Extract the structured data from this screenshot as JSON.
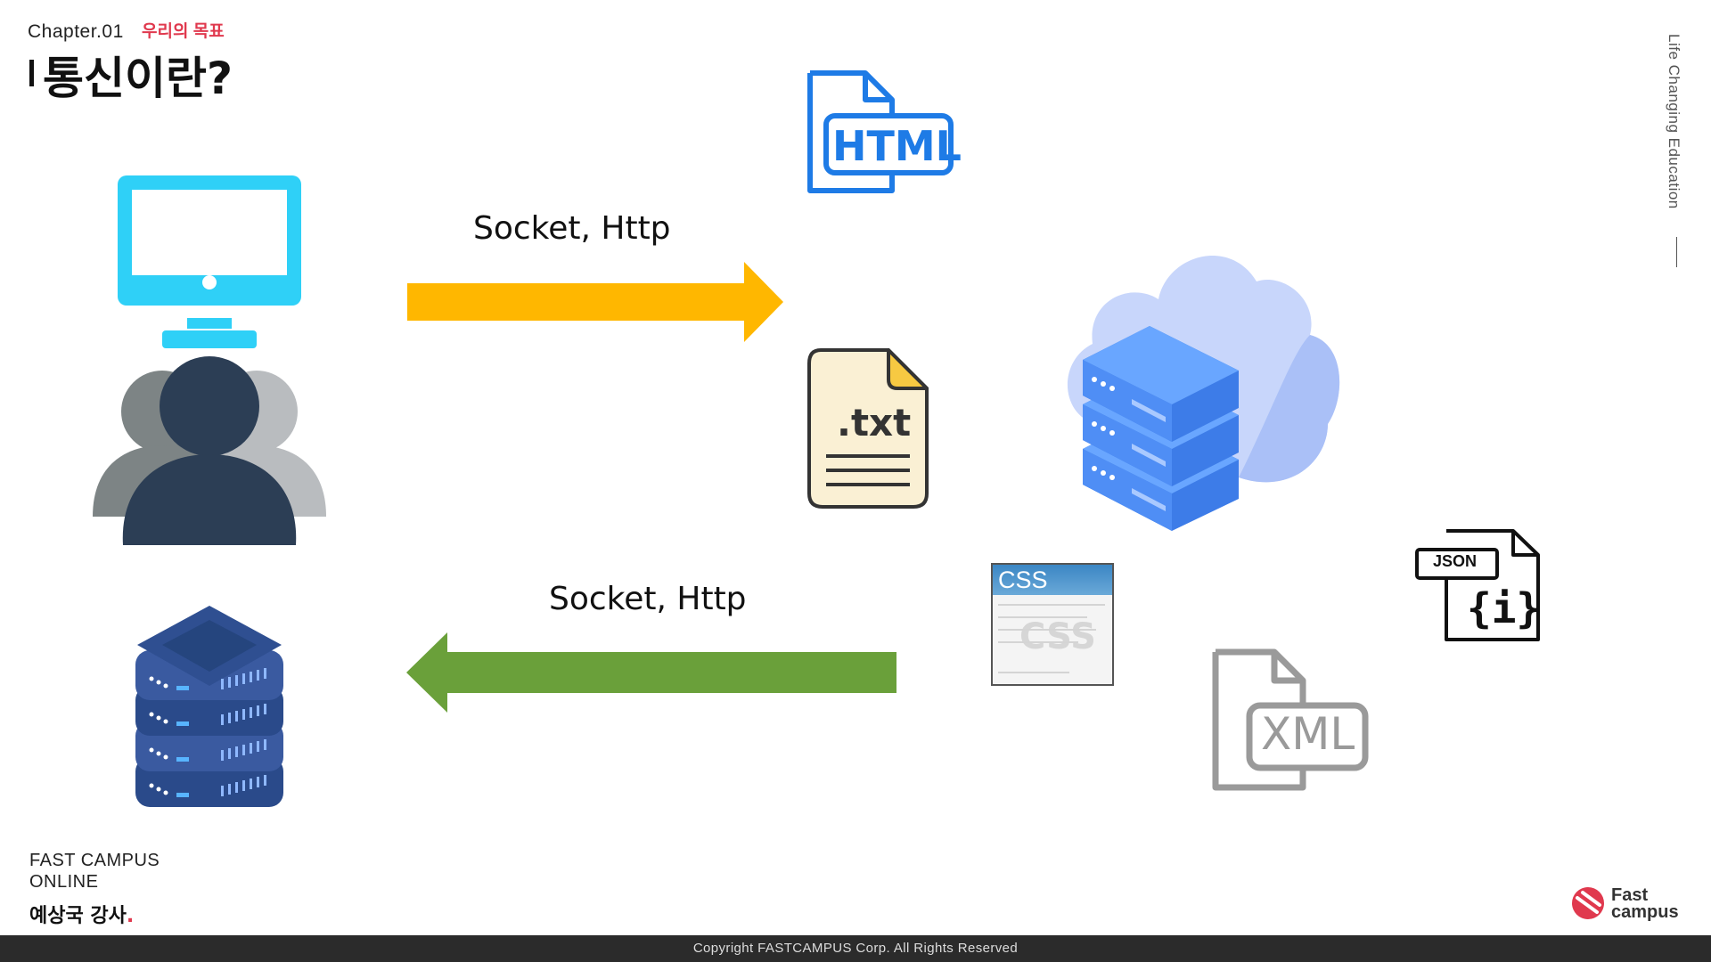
{
  "header": {
    "chapter": "Chapter.01",
    "chapter_subtitle": "우리의 목표",
    "title": "통신이란?"
  },
  "tagline": "Life Changing Education",
  "arrows": {
    "request_label": "Socket, Http",
    "response_label": "Socket, Http",
    "request_color": "#ffb700",
    "response_color": "#6aa03a"
  },
  "file_icons": {
    "html_label": "HTML",
    "txt_label": ".txt",
    "css_label": "CSS",
    "json_label": "JSON",
    "json_glyph": "{i}",
    "xml_label": "XML"
  },
  "brand": {
    "line1": "FAST CAMPUS",
    "line2": "ONLINE",
    "presenter": "예상국 강사",
    "presenter_dot": "."
  },
  "logo": {
    "line1": "Fast",
    "line2": "campus"
  },
  "footer": {
    "copyright": "Copyright FASTCAMPUS Corp. All Rights Reserved"
  },
  "colors": {
    "accent_red": "#e0394e",
    "monitor": "#2fd0f7",
    "html_blue": "#1e7be6",
    "server_blue": "#4f8ef5",
    "server_navy": "#2a4a8a"
  }
}
